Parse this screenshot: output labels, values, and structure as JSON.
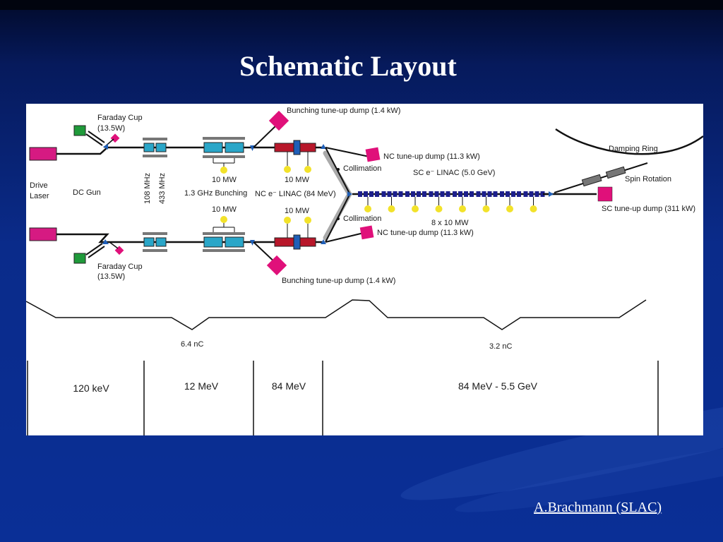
{
  "slide": {
    "title": "Schematic Layout",
    "credit": "A.Brachmann (SLAC)"
  },
  "diagram": {
    "labels": {
      "faraday_cup_top": "Faraday Cup",
      "faraday_cup_top_power": "(13.5W)",
      "faraday_cup_bottom": "Faraday Cup",
      "faraday_cup_bottom_power": "(13.5W)",
      "drive_laser_line1": "Drive",
      "drive_laser_line2": "Laser",
      "dc_gun": "DC Gun",
      "mhz_108": "108 MHz",
      "mhz_433": "433 MHz",
      "bunching_13ghz": "1.3 GHz Bunching",
      "power_10mw_a": "10 MW",
      "power_10mw_b": "10 MW",
      "power_10mw_c": "10 MW",
      "power_10mw_d": "10 MW",
      "nc_linac": "NC e⁻ LINAC (84 MeV)",
      "bunching_dump_top": "Bunching tune-up dump (1.4 kW)",
      "bunching_dump_bottom": "Bunching tune-up dump (1.4 kW)",
      "nc_dump_top": "NC tune-up dump (11.3 kW)",
      "nc_dump_bottom": "NC tune-up dump (11.3 kW)",
      "collimation_top": "Collimation",
      "collimation_bottom": "Collimation",
      "sc_linac": "SC e⁻ LINAC (5.0 GeV)",
      "sc_power": "8 x 10 MW",
      "damping_ring": "Damping Ring",
      "spin_rotation": "Spin Rotation",
      "sc_dump": "SC tune-up dump (311 kW)",
      "charge_left": "6.4 nC",
      "charge_right": "3.2 nC"
    },
    "energy_table": [
      "120 keV",
      "12 MeV",
      "84 MeV",
      "84 MeV - 5.5 GeV"
    ],
    "colors": {
      "laser": "#d61a82",
      "dump": "#e0107a",
      "faraday_cup": "#1f9a3a",
      "buncher": "#2aa6c8",
      "nc_linac": "#b8172a",
      "sc_linac": "#1c1f8c",
      "klystron": "#f2e22a",
      "beamline": "#111111",
      "quad": "#1f5fb8"
    }
  }
}
